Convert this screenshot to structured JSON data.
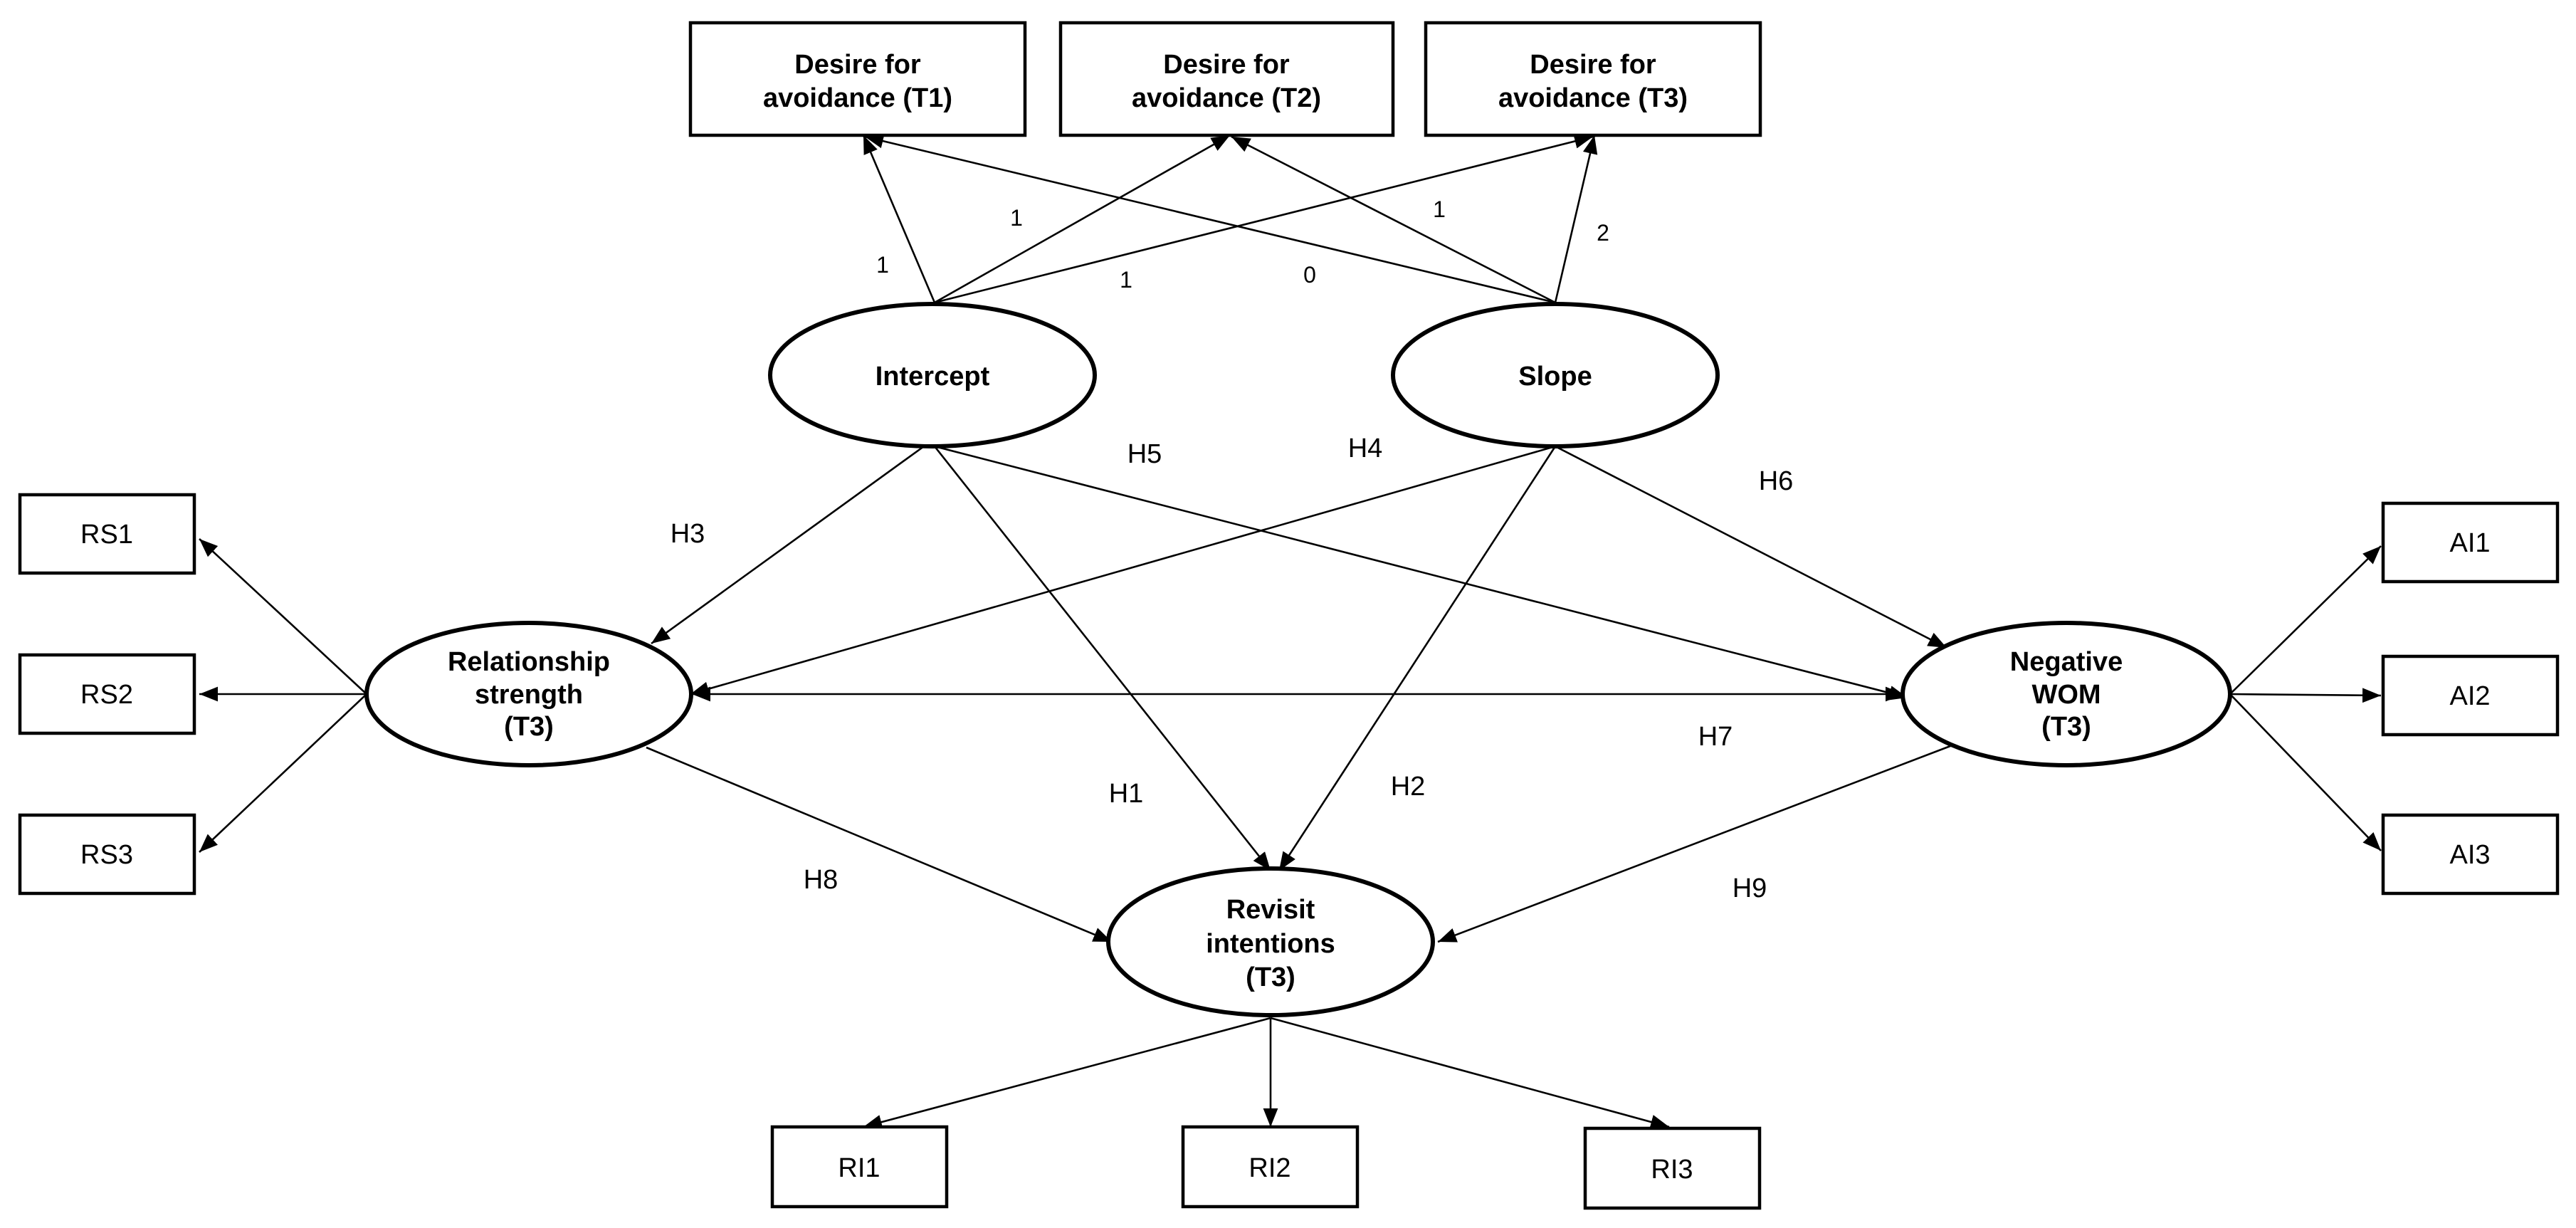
{
  "diagram": {
    "nodes": {
      "dfa_t1": {
        "lines": [
          "Desire for",
          "avoidance (T1)"
        ]
      },
      "dfa_t2": {
        "lines": [
          "Desire for",
          "avoidance (T2)"
        ]
      },
      "dfa_t3": {
        "lines": [
          "Desire for",
          "avoidance (T3)"
        ]
      },
      "intercept": {
        "lines": [
          "Intercept"
        ]
      },
      "slope": {
        "lines": [
          "Slope"
        ]
      },
      "relationship": {
        "lines": [
          "Relationship",
          "strength",
          "(T3)"
        ]
      },
      "negative_wom": {
        "lines": [
          "Negative",
          "WOM",
          "(T3)"
        ]
      },
      "revisit": {
        "lines": [
          "Revisit",
          "intentions",
          "(T3)"
        ]
      },
      "rs1": {
        "lines": [
          "RS1"
        ]
      },
      "rs2": {
        "lines": [
          "RS2"
        ]
      },
      "rs3": {
        "lines": [
          "RS3"
        ]
      },
      "ai1": {
        "lines": [
          "AI1"
        ]
      },
      "ai2": {
        "lines": [
          "AI2"
        ]
      },
      "ai3": {
        "lines": [
          "AI3"
        ]
      },
      "ri1": {
        "lines": [
          "RI1"
        ]
      },
      "ri2": {
        "lines": [
          "RI2"
        ]
      },
      "ri3": {
        "lines": [
          "RI3"
        ]
      }
    },
    "loadings": {
      "intercept_t1": "1",
      "intercept_t2": "1",
      "intercept_t3": "1",
      "slope_t1": "0",
      "slope_t2": "1",
      "slope_t3": "2"
    },
    "hypotheses": {
      "h1": "H1",
      "h2": "H2",
      "h3": "H3",
      "h4": "H4",
      "h5": "H5",
      "h6": "H6",
      "h7": "H7",
      "h8": "H8",
      "h9": "H9"
    }
  }
}
